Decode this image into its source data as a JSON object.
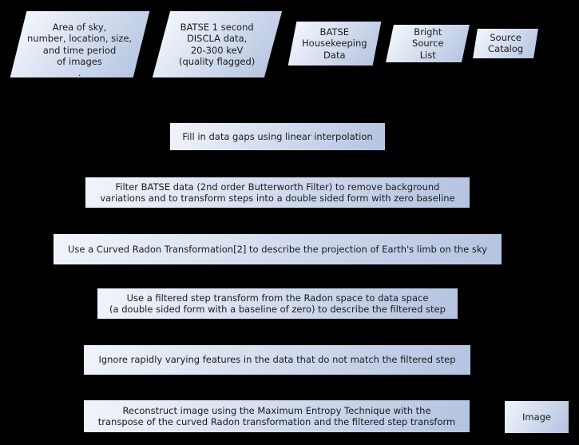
{
  "diagram": {
    "background": "#000000",
    "node_fill_start": "#f1f4fb",
    "node_fill_end": "#b4c3e1",
    "text_color": "#1a1a1a"
  },
  "inputs": [
    {
      "label_lines": [
        "Area of sky,",
        "number, location, size,",
        "and time period",
        "of images"
      ],
      "stray_mark": "."
    },
    {
      "label_lines": [
        "BATSE 1 second",
        "DISCLA data,",
        "20-300 keV",
        "(quality flagged)"
      ]
    },
    {
      "label_lines": [
        "BATSE",
        "Housekeeping",
        "Data"
      ]
    },
    {
      "label_lines": [
        "Bright",
        "Source",
        "List"
      ]
    },
    {
      "label_lines": [
        "Source",
        "Catalog"
      ]
    }
  ],
  "steps": [
    {
      "label_lines": [
        "Fill in data gaps using linear interpolation"
      ]
    },
    {
      "label_lines": [
        "Filter BATSE data (2nd order Butterworth Filter) to remove background",
        "variations and to transform steps into a double sided form with zero baseline"
      ]
    },
    {
      "label_lines": [
        "Use a Curved Radon Transformation[2] to describe the projection of Earth's limb on the sky"
      ]
    },
    {
      "label_lines": [
        "Use a filtered step transform from the Radon space to data space",
        "(a double sided form with a baseline of zero) to describe the filtered step"
      ]
    },
    {
      "label_lines": [
        "Ignore rapidly varying features in the data that do not match the filtered step"
      ]
    },
    {
      "label_lines": [
        "Reconstruct image using the Maximum Entropy Technique with the",
        "transpose of the curved Radon transformation and the filtered step transform"
      ]
    }
  ],
  "output": {
    "label": "Image"
  }
}
